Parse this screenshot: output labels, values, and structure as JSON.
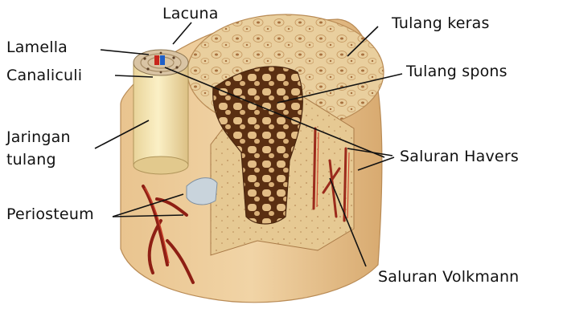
{
  "labels": {
    "lacuna": "Lacuna",
    "lamella": "Lamella",
    "canaliculi": "Canaliculi",
    "jaringan_1": "Jaringan",
    "jaringan_2": "tulang",
    "periosteum": "Periosteum",
    "tulang_keras": "Tulang keras",
    "tulang_spons": "Tulang spons",
    "saluran_havers": "Saluran Havers",
    "saluran_volkmann": "Saluran Volkmann"
  }
}
